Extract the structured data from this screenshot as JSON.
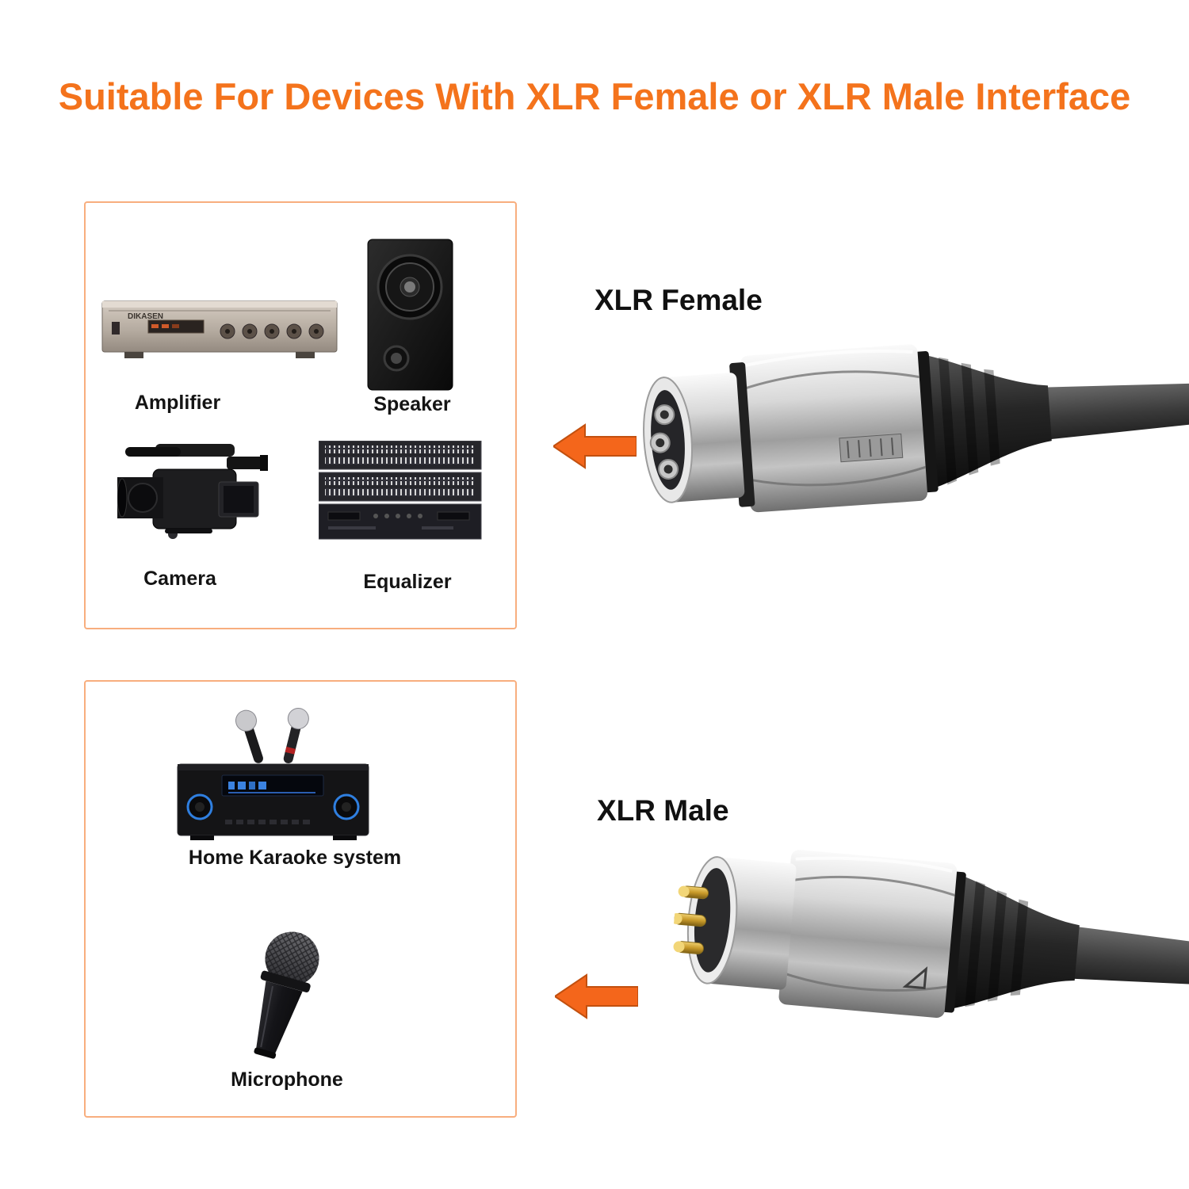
{
  "title": "Suitable For Devices With XLR Female or XLR Male Interface",
  "colors": {
    "title_orange": "#F4731C",
    "arrow_orange": "#F4661B",
    "box_border_orange": "#F8AE7E",
    "connector_label_black": "#111111"
  },
  "top_section": {
    "connector_label": "XLR Female",
    "amplifier_brand": "DIKASEN",
    "devices": [
      {
        "label": "Amplifier"
      },
      {
        "label": "Speaker"
      },
      {
        "label": "Camera"
      },
      {
        "label": "Equalizer"
      }
    ]
  },
  "bottom_section": {
    "connector_label": "XLR Male",
    "devices": [
      {
        "label": "Home Karaoke system"
      },
      {
        "label": "Microphone"
      }
    ]
  }
}
